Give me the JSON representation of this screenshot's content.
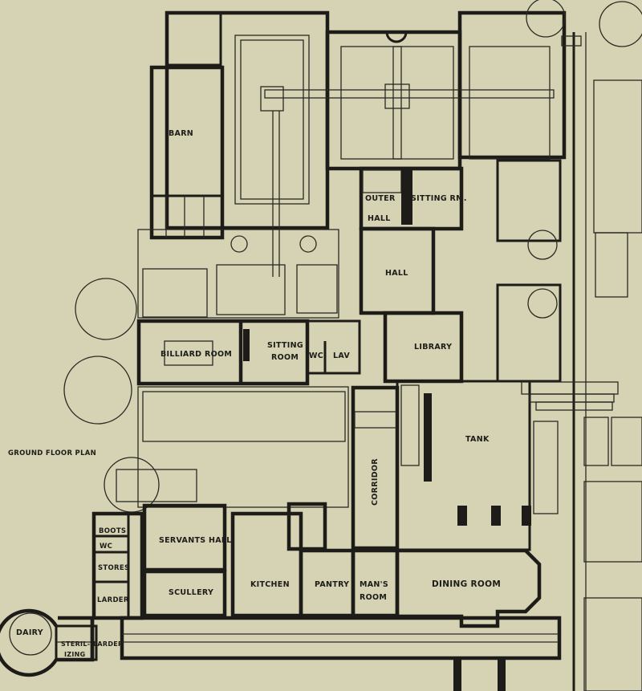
{
  "title": "GROUND FLOOR PLAN",
  "rooms": {
    "barn": "BARN",
    "outer_hall_1": "OUTER",
    "outer_hall_2": "HALL",
    "sitting_rm": "SITTING RM.",
    "hall": "HALL",
    "billiard_room": "BILLIARD ROOM",
    "sitting_room_1": "SITTING",
    "sitting_room_2": "ROOM",
    "wc_upper": "WC",
    "lav": "LAV",
    "library": "LIBRARY",
    "tank": "TANK",
    "corridor": "CORRIDOR",
    "boots": "BOOTS",
    "wc_lower": "WC",
    "stores": "STORES",
    "larder": "LARDER",
    "servants_hall": "SERVANTS HALL",
    "scullery": "SCULLERY",
    "kitchen": "KITCHEN",
    "pantry": "PANTRY",
    "mans_room_1": "MAN'S",
    "mans_room_2": "ROOM",
    "dining_room": "DINING ROOM",
    "dairy": "DAIRY",
    "sterilizing_1": "STERIL-",
    "sterilizing_2": "IZING",
    "larder_small": "LARDER"
  }
}
